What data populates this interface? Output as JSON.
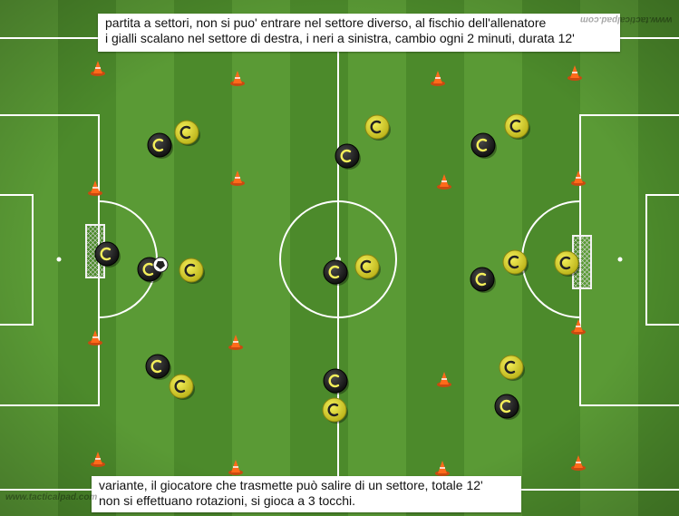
{
  "notes": {
    "top": "partita a settori, non si puo' entrare nel settore diverso, al fischio dell'allenatore\ni gialli scalano nel settore di destra, i neri a sinistra, cambio ogni 2 minuti, durata 12'",
    "bottom": "variante, il giocatore che trasmette può salire di un settore, totale 12'\nnon si effettuano rotazioni, si gioca a 3 tocchi."
  },
  "watermark": "www.tacticalpad.com",
  "colors": {
    "grass_light": "#5a9a35",
    "grass_dark": "#4c8a2b",
    "line": "#ffffff",
    "cone": "#ff6a1a",
    "player_black": "#1b1b1b",
    "player_yellow": "#d8d21e"
  },
  "players": {
    "black_count": 10,
    "yellow_count": 10
  },
  "cones_count": 16,
  "icons": [
    "cone-icon",
    "player-black-icon",
    "player-yellow-icon",
    "ball-icon",
    "goal-icon"
  ]
}
